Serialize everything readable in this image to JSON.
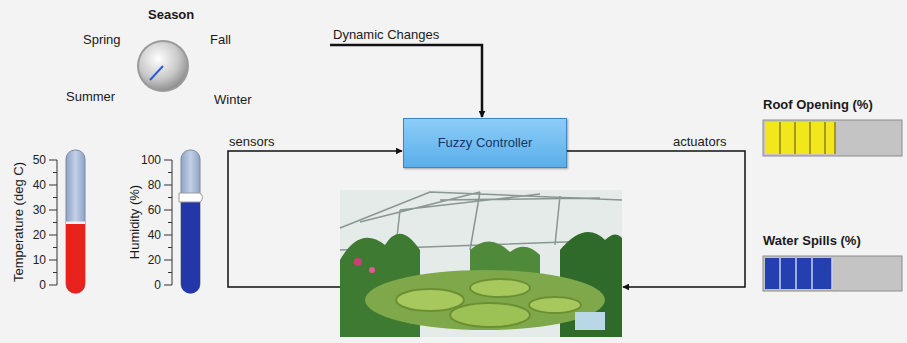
{
  "diagram": {
    "nodes": [
      {
        "text": [
          "Fuzzy Controller"
        ]
      }
    ],
    "labels": [
      "Season",
      "Spring",
      "Fall",
      "Summer",
      "Winter",
      "Dynamic Changes",
      "sensors",
      "actuators",
      "Temperature (deg C)",
      "50",
      "40",
      "30",
      "20",
      "10",
      "0",
      "Humidity (%)",
      "100",
      "80",
      "60",
      "40",
      "20",
      "0",
      "Roof Opening (%)",
      "Water Spills (%)"
    ]
  }
}
